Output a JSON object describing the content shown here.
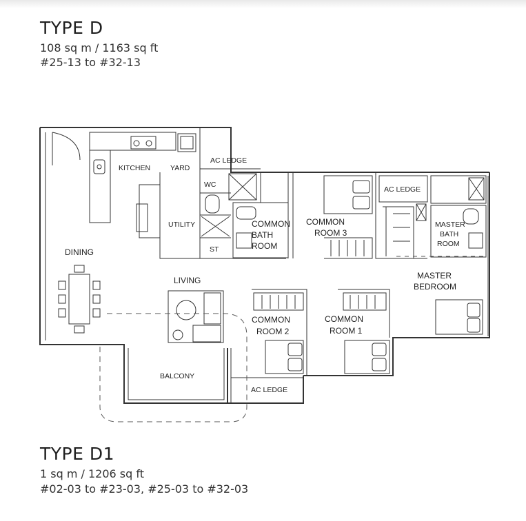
{
  "type_d": {
    "title": "TYPE D",
    "area": "108 sq m / 1163 sq ft",
    "units": "#25-13 to #32-13"
  },
  "type_d1": {
    "title": "TYPE D1",
    "area": "1  sq m / 1206 sq ft",
    "units": "#02-03 to #23-03, #25-03 to #32-03"
  },
  "rooms": {
    "kitchen": "KITCHEN",
    "yard": "YARD",
    "ac_ledge_top": "AC LEDGE",
    "wc": "WC",
    "utility": "UTILITY",
    "st": "ST",
    "common_bath": [
      "COMMON",
      "BATH",
      "ROOM"
    ],
    "common_room_3": [
      "COMMON",
      "ROOM 3"
    ],
    "ac_ledge_right": "AC LEDGE",
    "master_bath": [
      "MASTER",
      "BATH",
      "ROOM"
    ],
    "dining": "DINING",
    "living": "LIVING",
    "master_bedroom": [
      "MASTER",
      "BEDROOM"
    ],
    "common_room_2": [
      "COMMON",
      "ROOM 2"
    ],
    "common_room_1": [
      "COMMON",
      "ROOM 1"
    ],
    "balcony": "BALCONY",
    "ac_ledge_bottom": "AC LEDGE"
  }
}
